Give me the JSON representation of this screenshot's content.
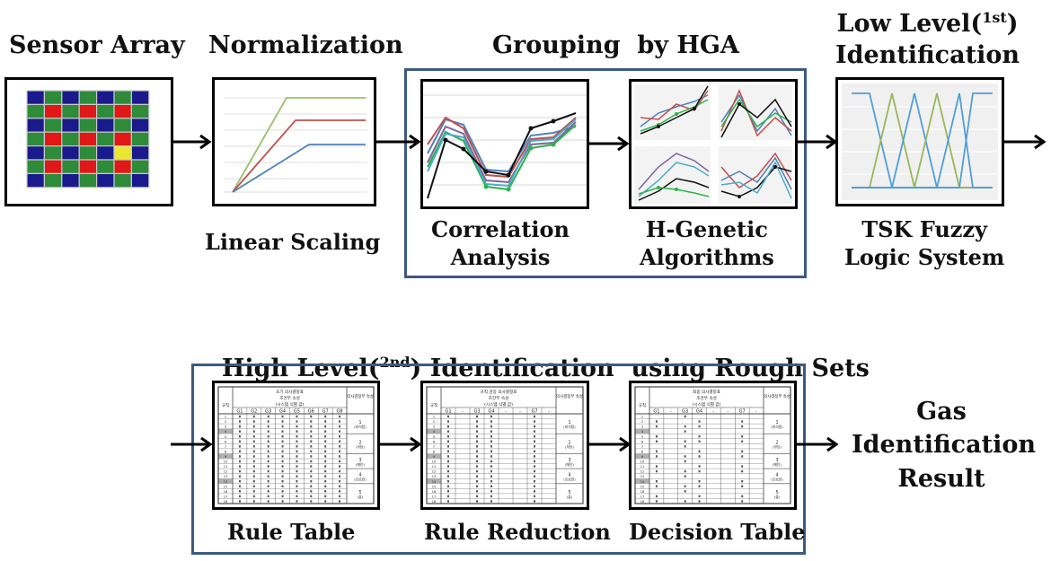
{
  "stages_top": [
    {
      "id": "sensor",
      "title": "Sensor Array",
      "caption": ""
    },
    {
      "id": "norm",
      "title": "Normalization",
      "caption": "Linear Scaling"
    },
    {
      "id": "corr",
      "title": "",
      "caption": "Correlation\nAnalysis"
    },
    {
      "id": "hga",
      "title": "",
      "caption": "H-Genetic\nAlgorithms"
    },
    {
      "id": "low",
      "title": "Low Level(1st)\nIdentification",
      "caption": "TSK Fuzzy\nLogic System"
    }
  ],
  "grouping_title": "Grouping  by HGA",
  "low_level": {
    "pre": "Low Level(",
    "sup": "1st",
    "post": ")",
    "line2": "Identification"
  },
  "high_level": {
    "pre": "High Level(",
    "sup": "2nd",
    "post": ") Identification  using Rough Sets"
  },
  "stages_bottom": [
    {
      "id": "rule",
      "caption": "Rule Table"
    },
    {
      "id": "reduce",
      "caption": "Rule Reduction"
    },
    {
      "id": "decision",
      "caption": "Decision Table"
    }
  ],
  "result": {
    "line1": "Gas",
    "line2": "Identification",
    "line3": "Result"
  },
  "sensor_colors": {
    "blue": "#1a1a8c",
    "green": "#2e8b3a",
    "red": "#e01818",
    "yellow": "#e8e830"
  },
  "sensor_grid": [
    "BGBGBGB",
    "GRGRGRG",
    "BGBGBGB",
    "GRGRGRG",
    "BGBGBYB",
    "GRGRGRG",
    "BGBGBGB"
  ],
  "table_header": {
    "title1": "초기 의사결정표",
    "title2": "조건부 속성",
    "title3": "(시스템 식별 값)",
    "rowlabel": "규칙",
    "col_hdr": "의사결정부 속성",
    "cols": [
      "G1",
      "G2",
      "G3",
      "G4",
      "G5",
      "G6",
      "G7",
      "G8"
    ]
  },
  "table_reduced_header": {
    "title1": "규칙 검증 의사결정표",
    "title2": "조건부 속성",
    "title3": "(시스템 식별 값)",
    "rowlabel": "규칙",
    "col_hdr": "의사결정부 속성",
    "cols": [
      "G1",
      "-",
      "G3",
      "G4",
      "-",
      "-",
      "G7",
      "-"
    ]
  },
  "table_decision_header": {
    "title1": "최종 의사결정표",
    "title2": "조건부 속성",
    "title3": "(시스템 식별 값)",
    "rowlabel": "규칙",
    "col_hdr": "의사결정부 속성",
    "cols": [
      "G1",
      "-",
      "G3",
      "G4",
      "-",
      "-",
      "G7",
      "-"
    ]
  },
  "decision_labels": [
    "1\n(비석용)",
    "2\n(부탄)",
    "3\n(메탄)",
    "4\n(프로판)",
    "5\n(물)"
  ]
}
